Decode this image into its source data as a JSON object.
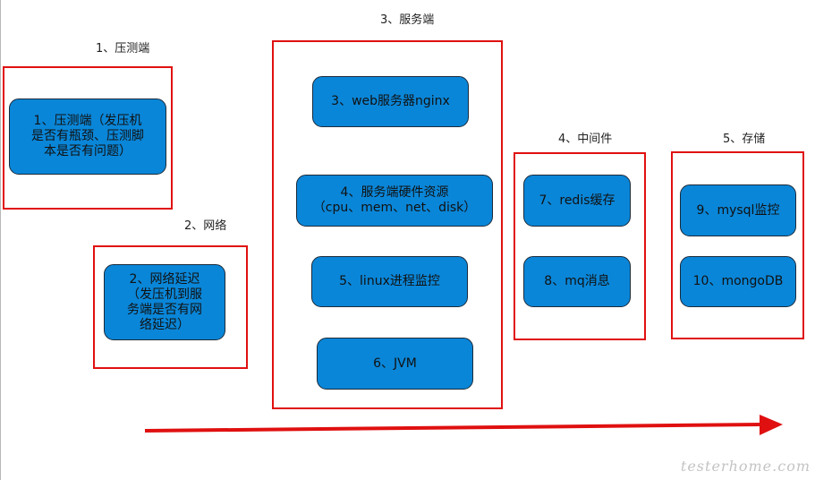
{
  "sections": {
    "s1": "1、压测端",
    "s2": "2、网络",
    "s3": "3、服务端",
    "s4": "4、中间件",
    "s5": "5、存储"
  },
  "nodes": {
    "n1": "1、压测端（发压机\n是否有瓶颈、压测脚\n本是否有问题）",
    "n2": "2、网络延迟\n（发压机到服\n务端是否有网\n络延迟）",
    "n3": "3、web服务器nginx",
    "n4": "4、服务端硬件资源\n（cpu、mem、net、disk）",
    "n5": "5、linux进程监控",
    "n6": "6、JVM",
    "n7": "7、redis缓存",
    "n8": "8、mq消息",
    "n9": "9、mysql监控",
    "n10": "10、mongoDB"
  },
  "colors": {
    "frame": "#e01010",
    "node_fill": "#0a86d8",
    "arrow": "#e01010"
  },
  "watermark": "testerhome.com"
}
